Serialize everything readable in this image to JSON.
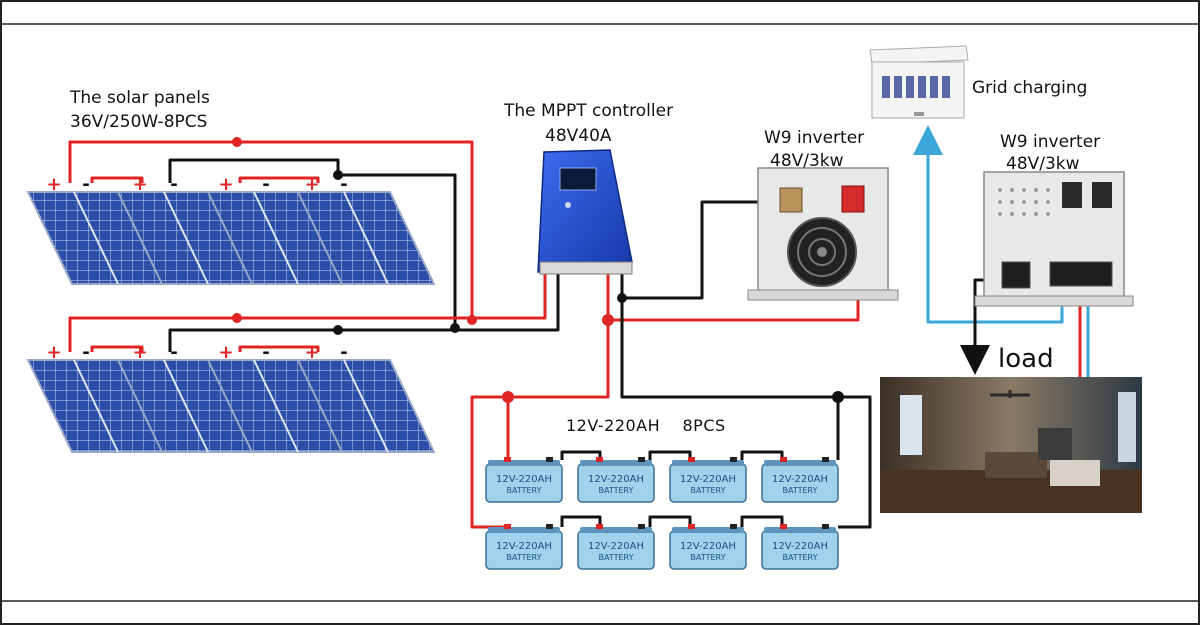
{
  "labels": {
    "panels_title": "The solar panels",
    "panels_spec": "36V/250W-8PCS",
    "controller_title": "The MPPT controller",
    "controller_spec": "48V40A",
    "inverter_title": "W9 inverter",
    "inverter_spec": "48V/3kw",
    "inverter2_title": "W9 inverter",
    "inverter2_spec": "48V/3kw",
    "grid": "Grid charging",
    "load": "load",
    "battery_bank": "12V-220AH    8PCS"
  },
  "battery": {
    "model": "12V-220AH",
    "type": "BATTERY",
    "rows": [
      4,
      4
    ]
  },
  "terminal_marks": {
    "plus": "+",
    "minus": "-"
  },
  "colors": {
    "positive_wire": "#e02424",
    "negative_wire": "#111111",
    "grid_wire": "#3aa7d8",
    "panel_cell": "#2b4fa8",
    "controller": "#1e4fd0",
    "battery_fill": "#9fd3ec",
    "battery_text": "#1b4f86",
    "inverter_body": "#e8e8e6"
  }
}
